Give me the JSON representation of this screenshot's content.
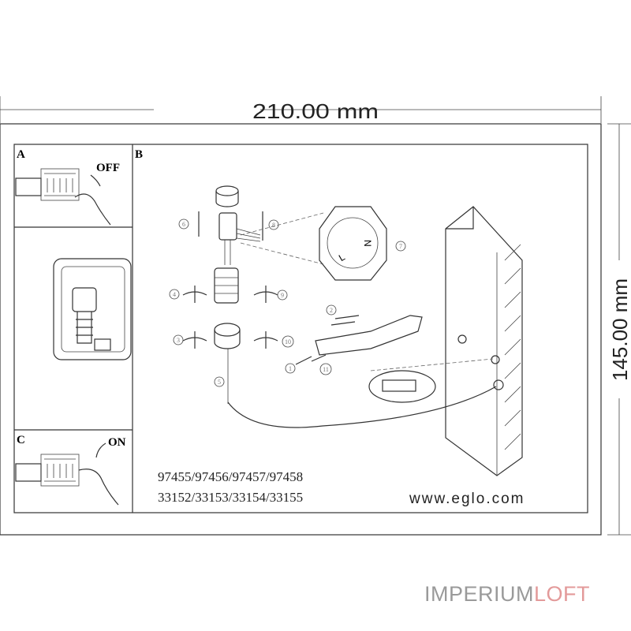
{
  "dimensions": {
    "width_label": "210.00 mm",
    "height_label": "145.00 mm"
  },
  "panels": {
    "a": {
      "label": "A",
      "switch_text": "OFF"
    },
    "b": {
      "label": "B"
    },
    "c": {
      "label": "C",
      "switch_text": "ON"
    }
  },
  "step_numbers": [
    "1",
    "2",
    "3",
    "4",
    "5",
    "6",
    "7",
    "8",
    "9",
    "10",
    "11"
  ],
  "wire_labels": {
    "n": "N",
    "l": "L"
  },
  "model_numbers": [
    "97455/97456/97457/97458",
    "33152/33153/33154/33155"
  ],
  "website": "www.eglo.com",
  "watermark": {
    "part1": "IMPERIUM",
    "part2": "LOFT",
    "color1": "#9a9a9a",
    "color2": "#e39a9a"
  }
}
